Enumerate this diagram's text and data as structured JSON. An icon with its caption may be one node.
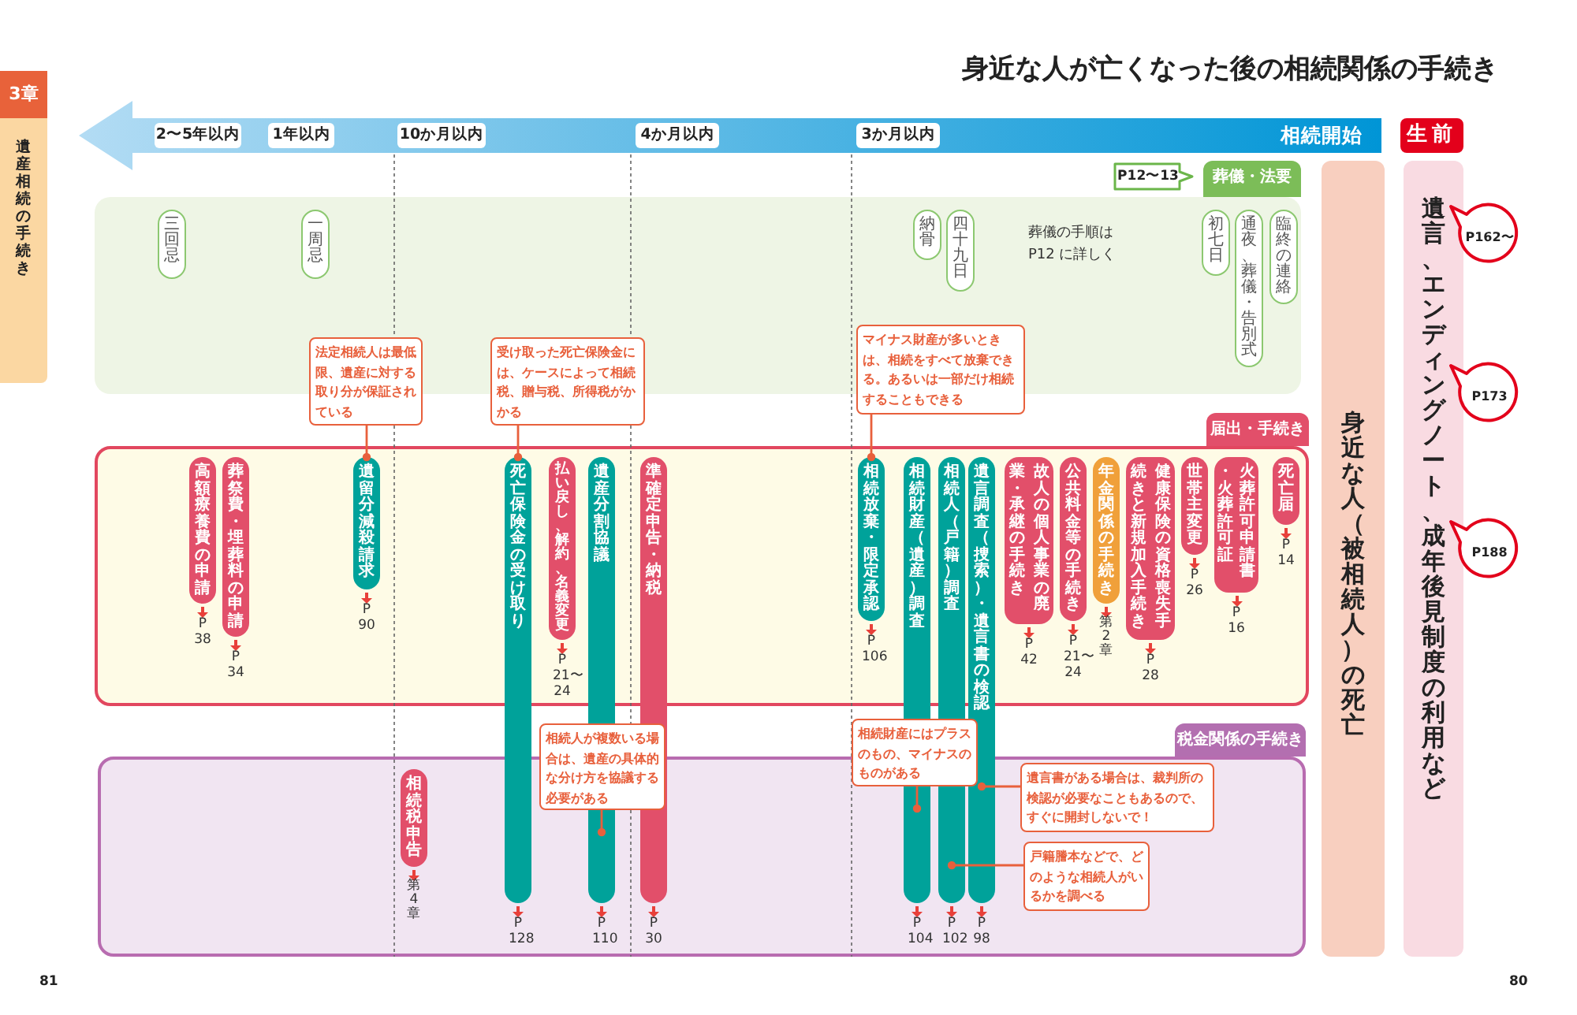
{
  "diagram": {
    "title": "身近な人が亡くなった後の相続関係の手続き",
    "nodes": [
      {
        "text": [
          "生前"
        ]
      },
      {
        "text": [
          "身近な人（被相続人）の死亡"
        ]
      },
      {
        "text": [
          "遺言、エンディングノート、成年後見制度の利用など"
        ]
      },
      {
        "text": [
          "P162〜"
        ]
      },
      {
        "text": [
          "P173"
        ]
      },
      {
        "text": [
          "P188"
        ]
      },
      {
        "text": [
          "葬儀・法要"
        ]
      },
      {
        "text": [
          "P12〜13"
        ]
      },
      {
        "text": [
          "三回忌"
        ],
        "in": 6
      },
      {
        "text": [
          "一周忌"
        ],
        "in": 6
      },
      {
        "text": [
          "納骨"
        ],
        "in": 6
      },
      {
        "text": [
          "四十九日"
        ],
        "in": 6
      },
      {
        "text": [
          "初七日"
        ],
        "in": 6
      },
      {
        "text": [
          "通夜、葬儀・告別式"
        ],
        "in": 6
      },
      {
        "text": [
          "臨終の連絡"
        ],
        "in": 6
      },
      {
        "text": [
          "届出・手続き"
        ]
      },
      {
        "text": [
          "高額療養費の申請"
        ],
        "beside": [
          "P 38"
        ],
        "in": 15
      },
      {
        "text": [
          "葬祭費・埋葬料の申請"
        ],
        "beside": [
          "P 34"
        ],
        "in": 15
      },
      {
        "text": [
          "遺留分減殺請求"
        ],
        "beside": [
          "P 90"
        ],
        "in": 15
      },
      {
        "text": [
          "死亡保険金の受け取り"
        ],
        "beside": [
          "P 128"
        ]
      },
      {
        "text": [
          "払い戻し、解約、名義変更"
        ],
        "beside": [
          "P 21〜24"
        ],
        "in": 15
      },
      {
        "text": [
          "遺産分割協議"
        ],
        "beside": [
          "P 110"
        ]
      },
      {
        "text": [
          "準確定申告・納税"
        ],
        "beside": [
          "P 30"
        ]
      },
      {
        "text": [
          "相続放棄・限定承認"
        ],
        "beside": [
          "P 106"
        ],
        "in": 15
      },
      {
        "text": [
          "相続財産（遺産）調査"
        ],
        "beside": [
          "P 104"
        ]
      },
      {
        "text": [
          "相続人（戸籍）調査"
        ],
        "beside": [
          "P 102"
        ]
      },
      {
        "text": [
          "遺言調査（捜索）・遺言書の検認"
        ],
        "beside": [
          "P 98"
        ]
      },
      {
        "text": [
          "故人の個人事業の廃業・承継の手続き"
        ],
        "beside": [
          "P 42"
        ],
        "in": 15
      },
      {
        "text": [
          "公共料金等の手続き"
        ],
        "beside": [
          "P 21〜24"
        ],
        "in": 15
      },
      {
        "text": [
          "年金関係の手続き"
        ],
        "beside": [
          "第2章"
        ],
        "in": 15
      },
      {
        "text": [
          "健康保険の資格喪失手続きと新規加入手続き"
        ],
        "beside": [
          "P 28"
        ],
        "in": 15
      },
      {
        "text": [
          "世帯主変更"
        ],
        "beside": [
          "P 26"
        ],
        "in": 15
      },
      {
        "text": [
          "火葬許可申請書・火葬許可証"
        ],
        "beside": [
          "P 16"
        ],
        "in": 15
      },
      {
        "text": [
          "死亡届"
        ],
        "beside": [
          "P 14"
        ],
        "in": 15
      },
      {
        "text": [
          "税金関係の手続き"
        ]
      },
      {
        "text": [
          "相続税申告"
        ],
        "beside": [
          "第4章"
        ],
        "in": 34
      },
      {
        "text": [
          "法定相続人は最低限、遺産に対する取り分が保証されている"
        ]
      },
      {
        "text": [
          "受け取った死亡保険金には、ケースによって相続税、贈与税、所得税がかかる"
        ]
      },
      {
        "text": [
          "マイナス財産が多いときは、相続をすべて放棄できる。あるいは一部だけ相続することもできる"
        ]
      },
      {
        "text": [
          "相続人が複数いる場合は、遺産の具体的な分け方を協議する必要がある"
        ]
      },
      {
        "text": [
          "相続財産にはプラスのもの、マイナスのものがある"
        ]
      },
      {
        "text": [
          "遺言書がある場合は、裁判所の検認が必要なこともあるので、すぐに開封しないで！"
        ],
        "in": 34
      },
      {
        "text": [
          "戸籍謄本などで、どのような相続人がいるかを調べる"
        ],
        "in": 34
      }
    ],
    "edges": [
      {
        "from": 36,
        "to": 18,
        "arrow": "other"
      },
      {
        "from": 37,
        "to": 19,
        "arrow": "other"
      },
      {
        "from": 38,
        "to": 23,
        "arrow": "other"
      },
      {
        "from": 39,
        "to": 21,
        "arrow": "other"
      },
      {
        "from": 40,
        "to": 24,
        "arrow": "other"
      },
      {
        "from": 41,
        "to": 26,
        "arrow": "other"
      },
      {
        "from": 42,
        "to": 25,
        "arrow": "other"
      }
    ],
    "labels": [
      "3章",
      "遺産相続の手続き",
      "2〜5年以内",
      "1年以内",
      "10か月以内",
      "4か月以内",
      "3か月以内",
      "相続開始",
      "葬儀の手順は P12 に詳しく",
      "81",
      "80"
    ]
  }
}
